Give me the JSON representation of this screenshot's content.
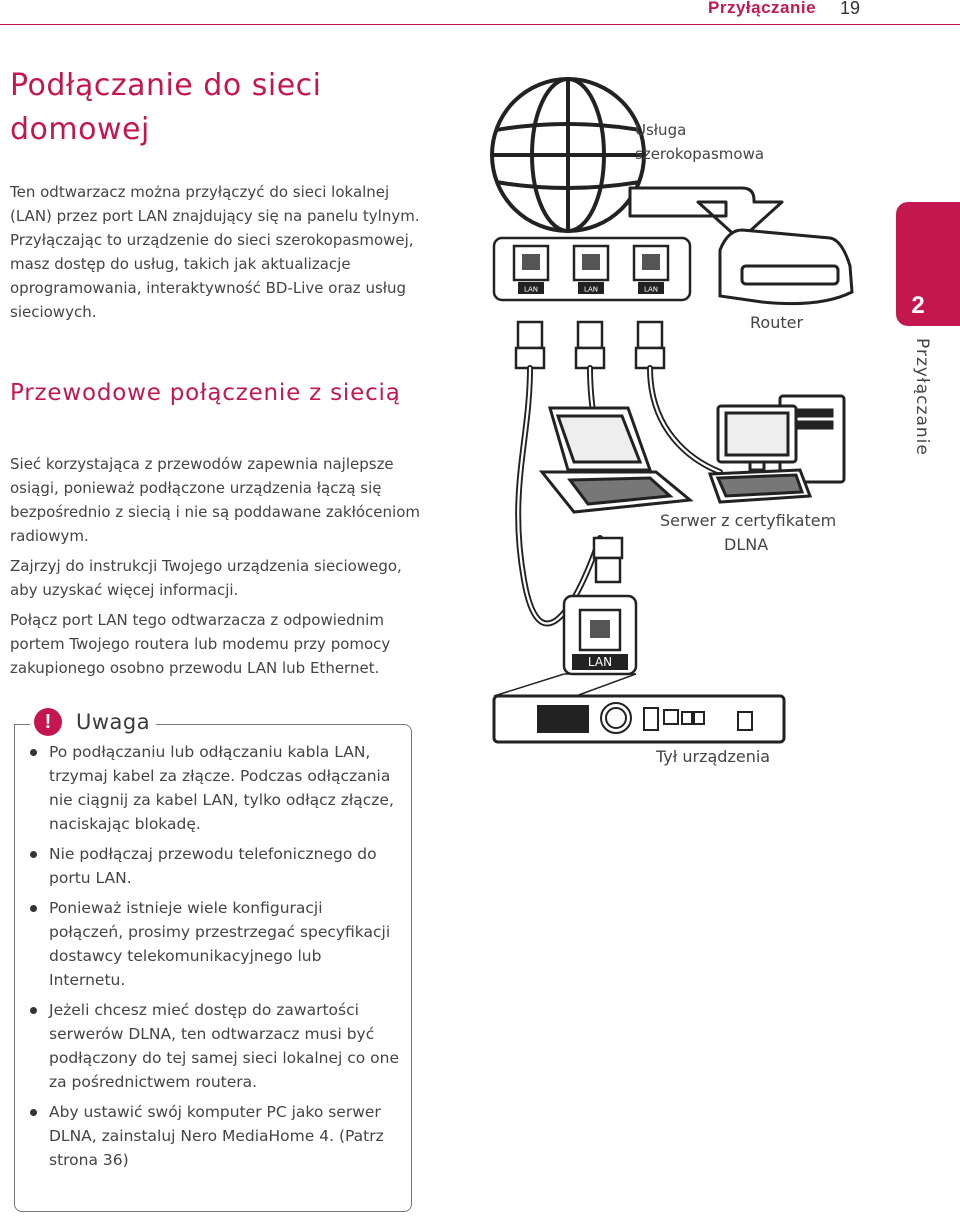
{
  "header": {
    "section": "Przyłączanie",
    "page_number": "19"
  },
  "title": "Podłączanie do sieci domowej",
  "intro": "Ten odtwarzacz można przyłączyć do sieci lokalnej (LAN) przez port LAN znajdujący się na panelu tylnym. Przyłączając to urządzenie do sieci szerokopasmowej, masz dostęp do usług, takich jak aktualizacje oprogramowania, interaktywność BD-Live oraz usług sieciowych.",
  "subtitle": "Przewodowe połączenie z siecią",
  "paragraphs": [
    "Sieć korzystająca z przewodów zapewnia najlepsze osiągi, ponieważ podłączone urządzenia łączą się bezpośrednio z siecią i nie są poddawane zakłóceniom radiowym.",
    "Zajrzyj do instrukcji Twojego urządzenia sieciowego, aby uzyskać więcej informacji.",
    "Połącz port LAN tego odtwarzacza z odpowiednim portem Twojego routera lub modemu przy pomocy zakupionego osobno przewodu LAN lub Ethernet."
  ],
  "note": {
    "icon": "exclamation-icon",
    "icon_glyph": "!",
    "title": "Uwaga",
    "items": [
      "Po podłączaniu lub odłączaniu kabla LAN, trzymaj kabel za złącze. Podczas odłączania nie ciągnij za kabel LAN, tylko odłącz złącze, naciskając blokadę.",
      "Nie podłączaj przewodu telefonicznego do portu LAN.",
      "Ponieważ istnieje wiele konfiguracji połączeń, prosimy przestrzegać specyfikacji dostawcy telekomunikacyjnego lub Internetu.",
      "Jeżeli chcesz mieć dostęp do zawartości serwerów DLNA, ten odtwarzacz musi być podłączony do tej samej sieci lokalnej co one za pośrednictwem routera.",
      "Aby ustawić swój komputer PC jako serwer DLNA, zainstaluj Nero MediaHome 4. (Patrz strona 36)"
    ]
  },
  "side_tab": {
    "number": "2",
    "label": "Przyłączanie"
  },
  "diagram": {
    "broadband_line1": "Usługa",
    "broadband_line2": "szerokopasmowa",
    "router_label": "Router",
    "port_label": "LAN",
    "server_line1": "Serwer z certyfikatem",
    "server_line2": "DLNA",
    "device_port_label": "LAN",
    "device_label": "Tył urządzenia"
  },
  "colors": {
    "accent": "#c5174f",
    "text": "#444444",
    "line": "#222222"
  }
}
